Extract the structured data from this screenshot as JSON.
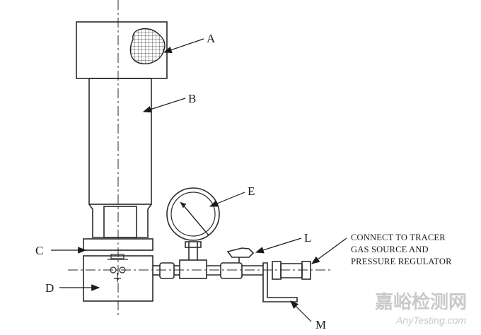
{
  "labels": {
    "a": "A",
    "b": "B",
    "c": "C",
    "d": "D",
    "e": "E",
    "l": "L",
    "m": "M"
  },
  "note": {
    "line1": "CONNECT TO TRACER",
    "line2": "GAS SOURCE AND",
    "line3": "PRESSURE REGULATOR"
  },
  "watermark": {
    "cn": "嘉峪检测网",
    "en": "AnyTesting.com"
  },
  "colors": {
    "line": "#2a2a2a",
    "watermark": "#c9c9c9"
  }
}
